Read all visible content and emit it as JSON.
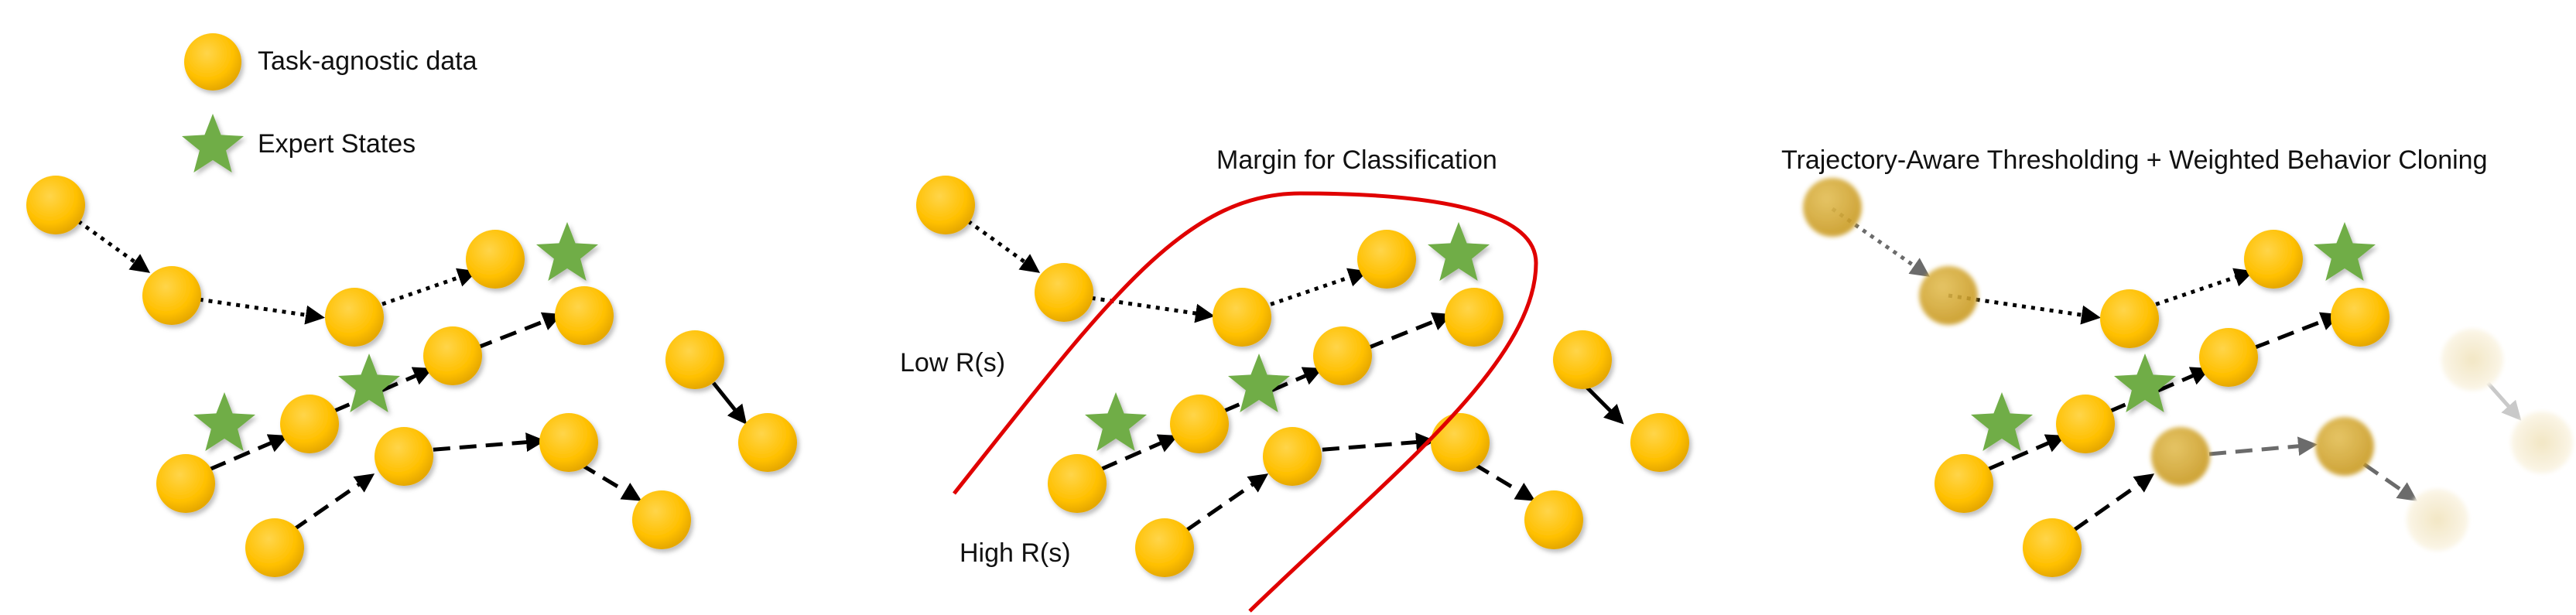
{
  "legend": {
    "task_agnostic_label": "Task-agnostic data",
    "expert_states_label": "Expert States"
  },
  "panel2": {
    "title": "Margin for Classification",
    "low_label": "Low R(s)",
    "high_label": "High R(s)"
  },
  "panel3": {
    "title": "Trajectory-Aware Thresholding + Weighted Behavior Cloning"
  },
  "colors": {
    "node": "#FFC000",
    "node_dim": "#D4A530",
    "star": "#70AD47",
    "margin_curve": "#E00000",
    "arrow": "#000000"
  },
  "icons": {
    "node": "circle",
    "expert": "star"
  }
}
